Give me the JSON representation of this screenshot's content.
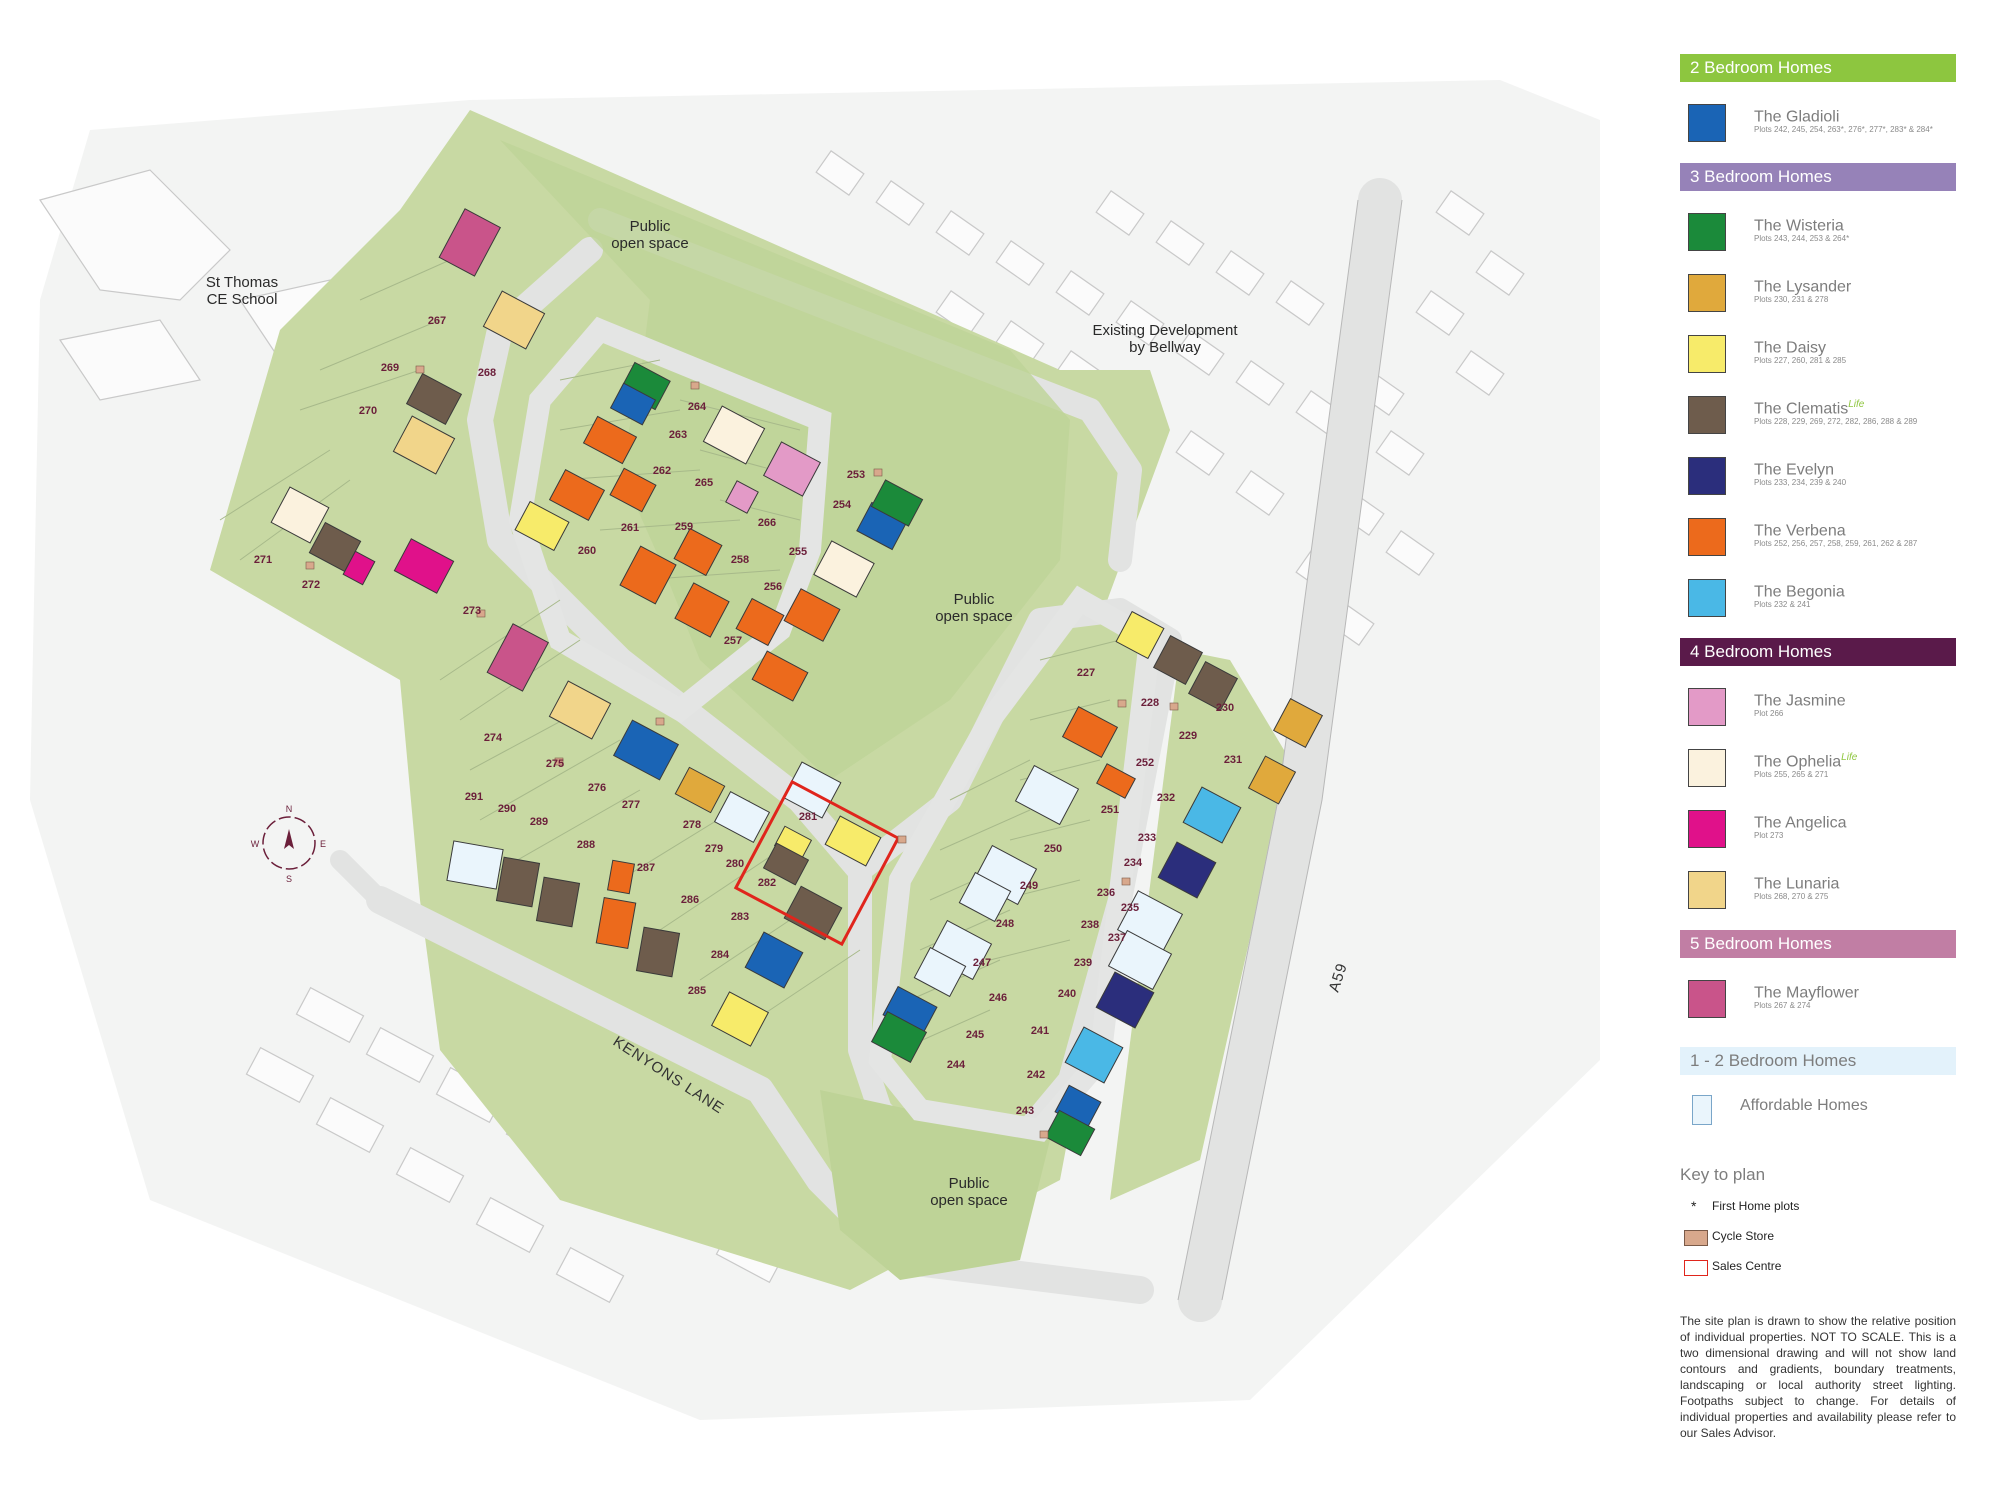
{
  "map": {
    "labels": {
      "school": [
        "St Thomas",
        "CE School"
      ],
      "existing": [
        "Existing Development",
        "by Bellway"
      ],
      "public_open_space": [
        "Public",
        "open space"
      ],
      "kenyons_lane": "KENYONS LANE",
      "a59": "A59"
    },
    "compass": {
      "n": "N",
      "e": "E",
      "s": "S",
      "w": "W"
    },
    "plots": [
      "227",
      "228",
      "229",
      "230",
      "231",
      "232",
      "233",
      "234",
      "235",
      "236",
      "237",
      "238",
      "239",
      "240",
      "241",
      "242",
      "243",
      "244",
      "245",
      "246",
      "247",
      "248",
      "249",
      "250",
      "251",
      "252",
      "253",
      "254",
      "255",
      "256",
      "257",
      "258",
      "259",
      "260",
      "261",
      "262",
      "263",
      "264",
      "265",
      "266",
      "267",
      "268",
      "269",
      "270",
      "271",
      "272",
      "273",
      "274",
      "275",
      "276",
      "277",
      "278",
      "279",
      "280",
      "281",
      "282",
      "283",
      "284",
      "285",
      "286",
      "287",
      "288",
      "289",
      "290",
      "291"
    ]
  },
  "legend": {
    "two_bed": {
      "header": "2 Bedroom Homes",
      "color": "#8dc63f",
      "items": [
        {
          "name": "The Gladioli",
          "sup": "",
          "plots": "Plots 242, 245, 254, 263*, 276*, 277*, 283* & 284*",
          "color": "#1a64b5"
        }
      ]
    },
    "three_bed": {
      "header": "3 Bedroom Homes",
      "color": "#9682b8",
      "items": [
        {
          "name": "The Wisteria",
          "sup": "",
          "plots": "Plots 243, 244, 253 & 264*",
          "color": "#1b8a3a"
        },
        {
          "name": "The Lysander",
          "sup": "",
          "plots": "Plots 230, 231 & 278",
          "color": "#e0a93c"
        },
        {
          "name": "The Daisy",
          "sup": "",
          "plots": "Plots 227, 260, 281 & 285",
          "color": "#f7eb6a"
        },
        {
          "name": "The Clematis",
          "sup": "Life",
          "plots": "Plots 228, 229, 269, 272, 282, 286, 288 & 289",
          "color": "#6e5c4c"
        },
        {
          "name": "The Evelyn",
          "sup": "",
          "plots": "Plots 233, 234, 239 & 240",
          "color": "#2b2e7c"
        },
        {
          "name": "The Verbena",
          "sup": "",
          "plots": "Plots 252, 256, 257, 258, 259, 261, 262 & 287",
          "color": "#ec6a1c"
        },
        {
          "name": "The Begonia",
          "sup": "",
          "plots": "Plots 232 & 241",
          "color": "#4ab8e6"
        }
      ]
    },
    "four_bed": {
      "header": "4 Bedroom Homes",
      "color": "#5a1a4a",
      "items": [
        {
          "name": "The Jasmine",
          "sup": "",
          "plots": "Plot 266",
          "color": "#e39ac7"
        },
        {
          "name": "The Ophelia",
          "sup": "Life",
          "plots": "Plots 255, 265 & 271",
          "color": "#fbf2de"
        },
        {
          "name": "The Angelica",
          "sup": "",
          "plots": "Plot 273",
          "color": "#e0118a"
        },
        {
          "name": "The Lunaria",
          "sup": "",
          "plots": "Plots 268, 270 & 275",
          "color": "#f1d58a"
        }
      ]
    },
    "five_bed": {
      "header": "5 Bedroom Homes",
      "color": "#c17ea4",
      "items": [
        {
          "name": "The Mayflower",
          "sup": "",
          "plots": "Plots 267 & 274",
          "color": "#c9548a"
        }
      ]
    },
    "affordable": {
      "header": "1 - 2 Bedroom Homes",
      "color": "#e3f2fb",
      "name": "Affordable Homes",
      "swatch": "#eaf5fc"
    },
    "key": {
      "title": "Key to plan",
      "first_home": "First Home plots",
      "cycle_store": "Cycle Store",
      "sales_centre": "Sales Centre",
      "cycle_color": "#d8a88c",
      "sales_color": "#e0251c"
    },
    "disclaimer": "The site plan is drawn to show the relative position of individual properties. NOT TO SCALE. This is a two dimensional drawing and will not show land contours and gradients, boundary treatments, landscaping or local authority street lighting. Footpaths subject to change. For details of individual properties and availability please refer to our Sales Advisor."
  }
}
